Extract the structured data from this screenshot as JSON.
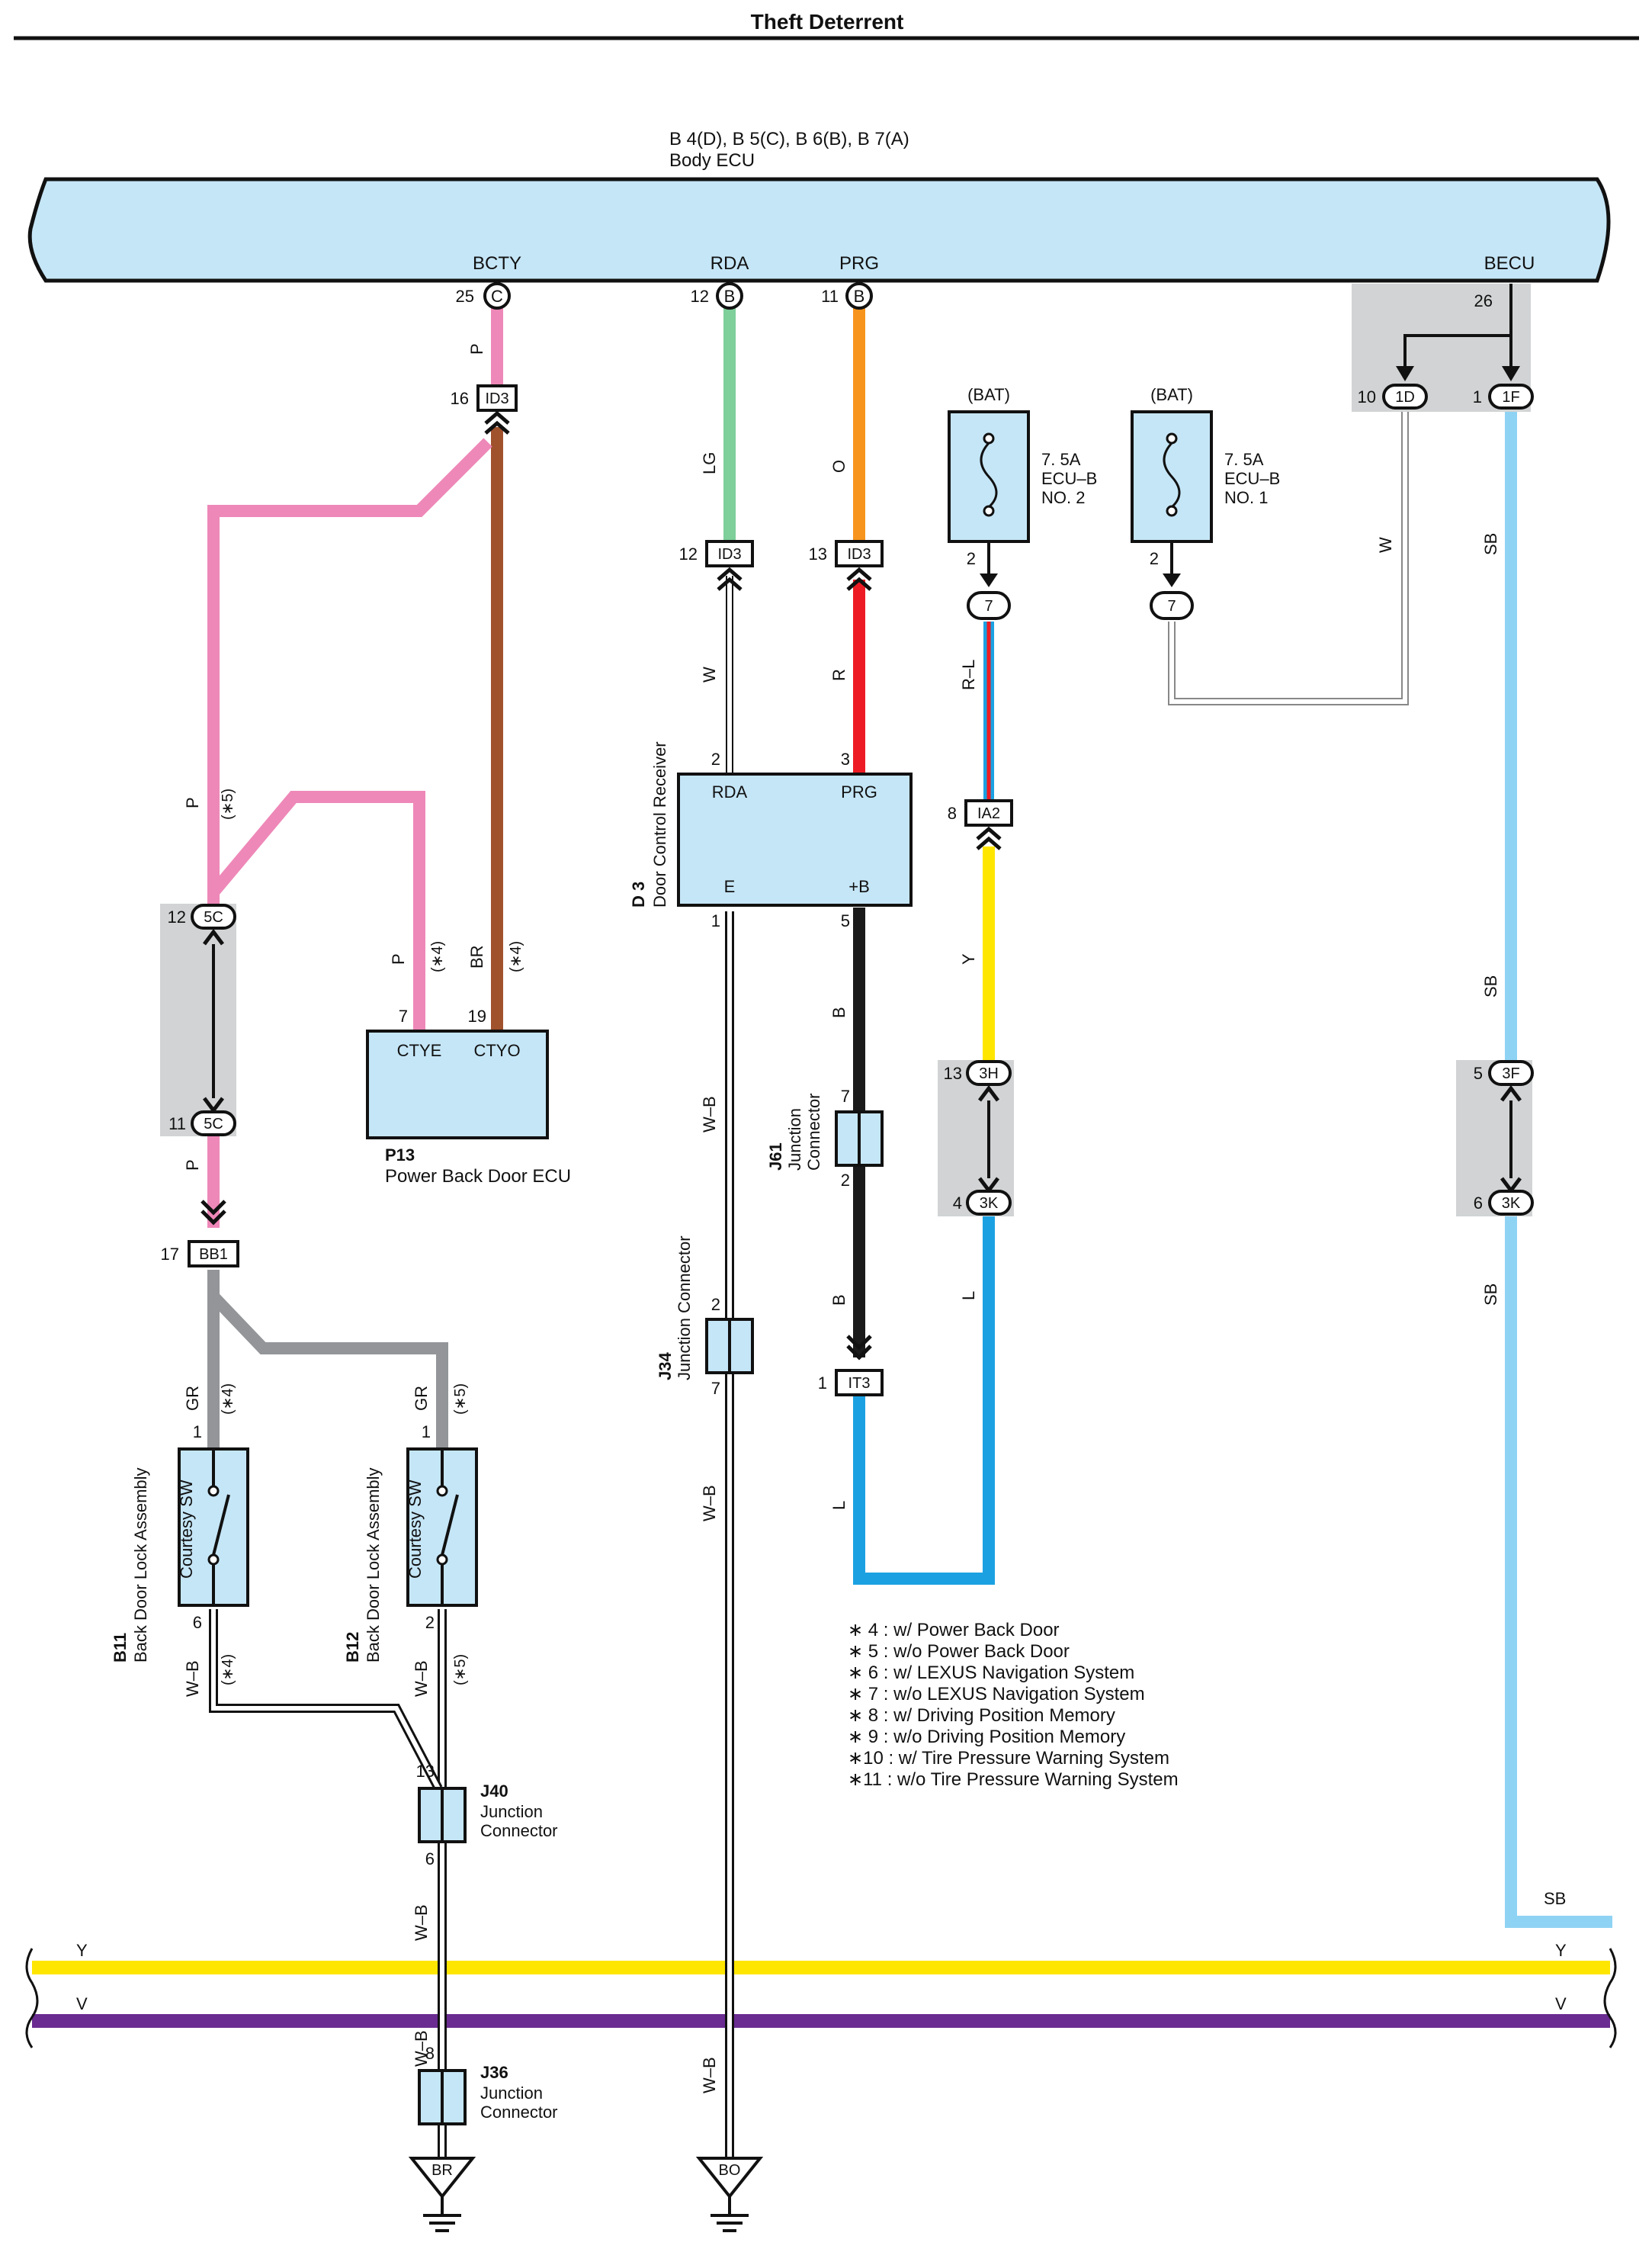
{
  "title": "Theft Deterrent",
  "ecu": {
    "code": "B 4(D), B 5(C), B 6(B), B 7(A)",
    "name": "Body ECU",
    "terminals": [
      {
        "label": "BCTY",
        "pin": "25",
        "conn": "C"
      },
      {
        "label": "RDA",
        "pin": "12",
        "conn": "B"
      },
      {
        "label": "PRG",
        "pin": "11",
        "conn": "B"
      },
      {
        "label": "BECU",
        "pin": "26",
        "conn": ""
      }
    ]
  },
  "connectors": {
    "id3_p": {
      "pin": "16",
      "name": "ID3"
    },
    "id3_rda": {
      "pin": "12",
      "name": "ID3"
    },
    "id3_prg": {
      "pin": "13",
      "name": "ID3"
    },
    "c5c_top": {
      "pin": "12",
      "name": "5C"
    },
    "c5c_bot": {
      "pin": "11",
      "name": "5C"
    },
    "bb1": {
      "pin": "17",
      "name": "BB1"
    },
    "ia2": {
      "pin": "8",
      "name": "IA2"
    },
    "c3h": {
      "pin": "13",
      "name": "3H"
    },
    "c3k_l": {
      "pin": "4",
      "name": "3K"
    },
    "it3": {
      "pin": "1",
      "name": "IT3"
    },
    "c1d": {
      "pin": "10",
      "name": "1D"
    },
    "c1f": {
      "pin": "1",
      "name": "1F"
    },
    "c3f": {
      "pin": "5",
      "name": "3F"
    },
    "c3k_r": {
      "pin": "6",
      "name": "3K"
    }
  },
  "fuses": {
    "no2": {
      "source": "(BAT)",
      "line1": "7. 5A",
      "line2": "ECU–B",
      "line3": "NO. 2",
      "pin": "2",
      "conn": "7"
    },
    "no1": {
      "source": "(BAT)",
      "line1": "7. 5A",
      "line2": "ECU–B",
      "line3": "NO. 1",
      "pin": "2",
      "conn": "7"
    }
  },
  "components": {
    "p13": {
      "code": "P13",
      "name": "Power Back Door ECU",
      "term1": "CTYE",
      "term2": "CTYO",
      "pin1": "7",
      "pin2": "19"
    },
    "d3": {
      "code": "D 3",
      "name": "Door Control Receiver",
      "rda": "RDA",
      "prg": "PRG",
      "e": "E",
      "b": "+B",
      "pin_rda": "2",
      "pin_prg": "3",
      "pin_e": "1",
      "pin_b": "5"
    },
    "j61": {
      "code": "J61",
      "name1": "Junction",
      "name2": "Connector",
      "pin_top": "7",
      "pin_bot": "2"
    },
    "j34": {
      "code": "J34",
      "name": "Junction Connector",
      "pin_top": "2",
      "pin_bot": "7"
    },
    "b11": {
      "code": "B11",
      "name": "Back Door Lock Assembly",
      "sw": "Courtesy SW",
      "pin_top": "1",
      "pin_bot": "6"
    },
    "b12": {
      "code": "B12",
      "name": "Back Door Lock Assembly",
      "sw": "Courtesy SW",
      "pin_top": "1",
      "pin_bot": "2"
    },
    "j40": {
      "code": "J40",
      "name1": "Junction",
      "name2": "Connector",
      "pin_top": "13",
      "pin_bot": "6"
    },
    "j36": {
      "code": "J36",
      "name1": "Junction",
      "name2": "Connector",
      "pin_top": "8"
    },
    "gnd_br": {
      "label": "BR"
    },
    "gnd_bo": {
      "label": "BO"
    }
  },
  "wire_labels": {
    "p1": "P",
    "p2": "P",
    "p3": "P",
    "p4": "P",
    "br": "BR",
    "lg": "LG",
    "o": "O",
    "w_rda": "W",
    "r": "R",
    "rl": "R–L",
    "w_becu": "W",
    "sb1": "SB",
    "sb2": "SB",
    "sb3": "SB",
    "sb4": "SB",
    "y": "Y",
    "l1": "L",
    "b1": "B",
    "b2": "B",
    "l2": "L",
    "wb1": "W–B",
    "wb2": "W–B",
    "wb3": "W–B",
    "wb4": "W–B",
    "wb5": "W–B",
    "wb6": "W–B",
    "wb7": "W–B",
    "gr1": "GR",
    "gr2": "GR",
    "bus_y_left": "Y",
    "bus_y_right": "Y",
    "bus_v_left": "V",
    "bus_v_right": "V"
  },
  "conditions": {
    "c5a": "(∗5)",
    "c4a": "(∗4)",
    "c4b": "(∗4)",
    "c4c": "(∗4)",
    "c5b": "(∗5)",
    "c4d": "(∗4)",
    "c5c": "(∗5)"
  },
  "notes": [
    "∗ 4 : w/ Power Back Door",
    "∗ 5 : w/o Power Back Door",
    "∗ 6 : w/ LEXUS Navigation System",
    "∗ 7 : w/o LEXUS Navigation System",
    "∗ 8 : w/ Driving Position Memory",
    "∗ 9 : w/o Driving Position Memory",
    "∗10 : w/ Tire Pressure Warning System",
    "∗11 : w/o Tire Pressure Warning System"
  ],
  "colors": {
    "P": "#ee88b8",
    "BR": "#a0522d",
    "LG": "#7ecf9a",
    "O": "#f7941d",
    "R": "#ed1c24",
    "B": "#1a1a1a",
    "Y": "#ffe600",
    "L": "#1ba1e2",
    "SB": "#8fd3f4",
    "GR": "#939598",
    "V": "#6a2c91",
    "W": "#ffffff",
    "box": "#c5e6f7",
    "shade": "#d1d3d4"
  }
}
